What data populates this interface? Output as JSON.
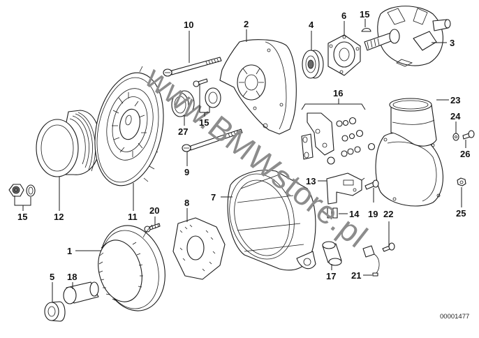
{
  "diagram": {
    "diagram_id": "00001477",
    "watermark": "www.BMWstore.pl",
    "colors": {
      "line": "#1a1a1a",
      "background": "#ffffff",
      "watermark": "#8c8c8c"
    },
    "callouts": {
      "c1": "1",
      "c2": "2",
      "c3": "3",
      "c4": "4",
      "c5": "5",
      "c6": "6",
      "c7": "7",
      "c8": "8",
      "c9": "9",
      "c10": "10",
      "c11": "11",
      "c12": "12",
      "c13": "13",
      "c14": "14",
      "c15a": "15",
      "c15b": "15",
      "c15c": "15",
      "c16": "16",
      "c17": "17",
      "c18": "18",
      "c19": "19",
      "c20": "20",
      "c21": "21",
      "c22": "22",
      "c23": "23",
      "c24": "24",
      "c25": "25",
      "c26": "26",
      "c27": "27"
    }
  }
}
